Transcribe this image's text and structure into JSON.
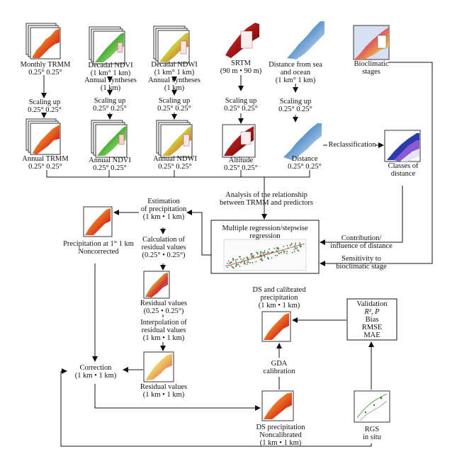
{
  "inputs": {
    "trmm": [
      "Monthly TRMM",
      "0.25° 0.25°"
    ],
    "ndvi": [
      "Decadal NDVI",
      "(1 km° 1 km)"
    ],
    "ndwi": [
      "Decadal NDWI",
      "(1 km° 1 km)"
    ],
    "srtm": [
      "SRTM",
      "(90 m • 90 m)"
    ],
    "dist": [
      "Distance from sea",
      "and ocean",
      "(1 km° 1 km)"
    ],
    "bio": [
      "Bioclimatic",
      "stages"
    ]
  },
  "annual_syn_ndvi": [
    "Annual syntheses",
    "(1 km)"
  ],
  "annual_syn_ndwi": [
    "Annual syntheses",
    "(1 km)"
  ],
  "scaling": {
    "trmm": [
      "Scaling up",
      "0.25° 0.25°"
    ],
    "ndvi": [
      "Scaling up",
      "0.25° 0.25°"
    ],
    "ndwi": [
      "Scaling up",
      "0.25° 0.25°"
    ],
    "srtm": [
      "Scaling up",
      "0.25° 0.25°"
    ],
    "dist": [
      "Scaling up",
      "0.25° 0.25°"
    ]
  },
  "annual": {
    "trmm": [
      "Annual TRMM",
      "0.25° 0.25°"
    ],
    "ndvi": [
      "Annual NDVI",
      "0.25° 0.25°"
    ],
    "ndwi": [
      "Annual NDWI",
      "0.25° 0.25°"
    ],
    "alt": [
      "Altitude",
      "0.25° 0.25°"
    ],
    "dist": [
      "Distance",
      "0.25° 0.25°"
    ]
  },
  "reclass": "Reclassification",
  "classes": [
    "Classes of",
    "distance"
  ],
  "analysis": [
    "Analysis of the relationship",
    "between TRMM and predictors"
  ],
  "estimation": [
    "Estimation",
    "of precipitation",
    "(1 km • 1 km)"
  ],
  "precip_nc": [
    "Precipitation at 1° 1 km",
    "Noncorrected"
  ],
  "regression": [
    "Multiple regression/stepwise",
    "regression"
  ],
  "contribution": [
    "Contribution/",
    "influence of distance"
  ],
  "sensitivity": [
    "Sensitivity to",
    "bioclimatic stage"
  ],
  "calc_resid": [
    "Calculation of",
    "residual values",
    "(0.25° • 0.25°)"
  ],
  "resid1": [
    "Residual values",
    "(0.25 • 0.25°)"
  ],
  "interp": [
    "Interpolation of",
    "residual values",
    "(1 km • 1 km)"
  ],
  "resid2": [
    "Residual values",
    "(1 km • 1 km)"
  ],
  "correction": [
    "Correction",
    "(1 km • 1 km)"
  ],
  "ds_cal": [
    "DS and calibrated",
    "precipitation",
    "(1 km • 1 km)"
  ],
  "gda": [
    "GDA",
    "calibration"
  ],
  "validation": [
    "Validation",
    "R², P",
    "Bias",
    "RMSE",
    "MAE"
  ],
  "ds_nc": [
    "DS precipitation",
    "Noncalibrated",
    "(1 km • 1 km)"
  ],
  "rgs": [
    "RGS",
    "in situ"
  ]
}
